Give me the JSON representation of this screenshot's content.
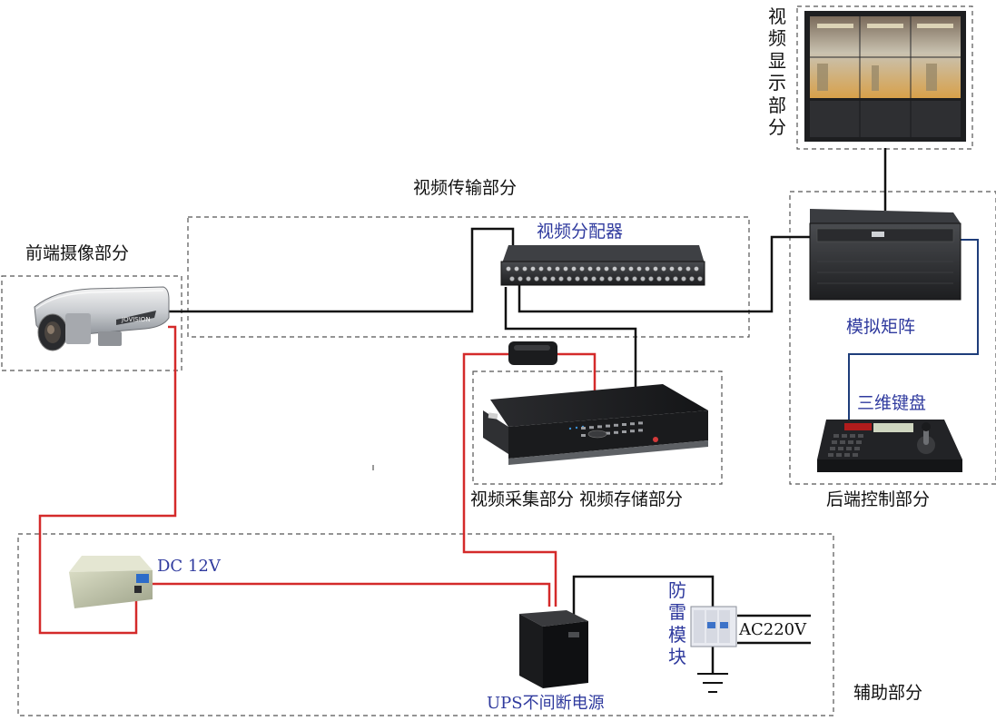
{
  "sections": {
    "front_camera": "前端摄像部分",
    "transmission": "视频传输部分",
    "display": "视频显示部分",
    "backend_control": "后端控制部分",
    "capture_storage": "视频采集部分 视频存储部分",
    "auxiliary": "辅助部分"
  },
  "devices": {
    "distributor": "视频分配器",
    "matrix": "模拟矩阵",
    "keyboard": "三维键盘",
    "power_supply": "DC 12V",
    "ups": "UPS不间断电源",
    "surge": "防雷模块",
    "mains": "AC220V",
    "camera_brand": "JOVISION"
  },
  "colors": {
    "video_cable": "#111111",
    "power_cable": "#d42a2a",
    "control_cable": "#1e3d7a",
    "label_blue": "#2f3a9e",
    "dashed_border": "#555555"
  }
}
